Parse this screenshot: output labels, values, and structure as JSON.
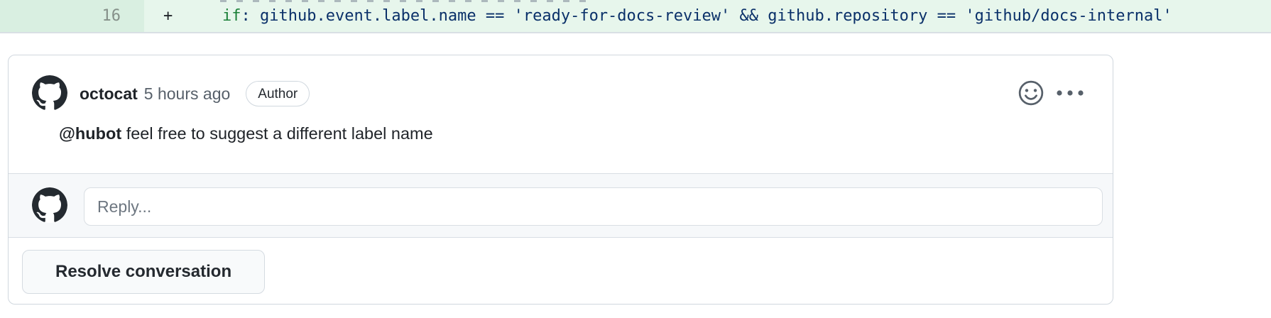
{
  "diff_line": {
    "change_type": "addition",
    "line_number": "16",
    "change_marker": "+",
    "code": {
      "key": "if",
      "rest": ": github.event.label.name == 'ready-for-docs-review' && github.repository == 'github/docs-internal'"
    }
  },
  "thread": {
    "comment": {
      "author": "octocat",
      "timestamp": "5 hours ago",
      "author_badge": "Author",
      "body": {
        "mention": "@hubot",
        "text": " feel free to suggest a different label name"
      }
    },
    "reply": {
      "placeholder": "Reply..."
    },
    "resolve_button_label": "Resolve conversation"
  },
  "colors": {
    "addition_line_bg": "#e7f6ec",
    "addition_gutter_bg": "#d9efe1",
    "code_key_green": "#1a7f37",
    "code_value_navy": "#0a3069",
    "card_border": "#d0d7de",
    "reply_section_bg": "#f6f8fa",
    "muted_text": "#57606a",
    "primary_text": "#1f2328"
  }
}
